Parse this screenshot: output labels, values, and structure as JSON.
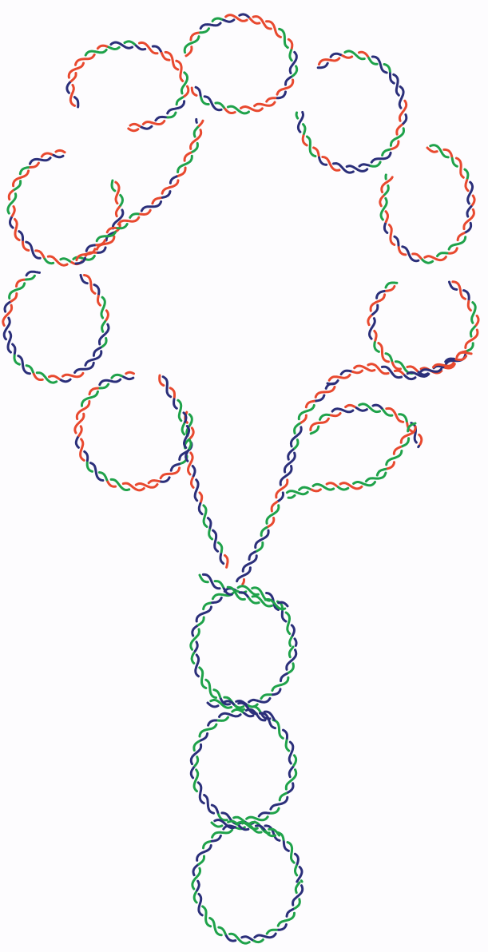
{
  "palette": {
    "background": "#fdfcfe",
    "red": "#e8492f",
    "blue": "#2b2f7a",
    "green": "#1fa24a"
  },
  "diagram": {
    "kind": "braided three-strand rope forming loops",
    "loop_count_upper_ring": 9,
    "loop_count_stem": 3,
    "strand_colors_in_use": [
      "red",
      "blue",
      "green"
    ]
  }
}
